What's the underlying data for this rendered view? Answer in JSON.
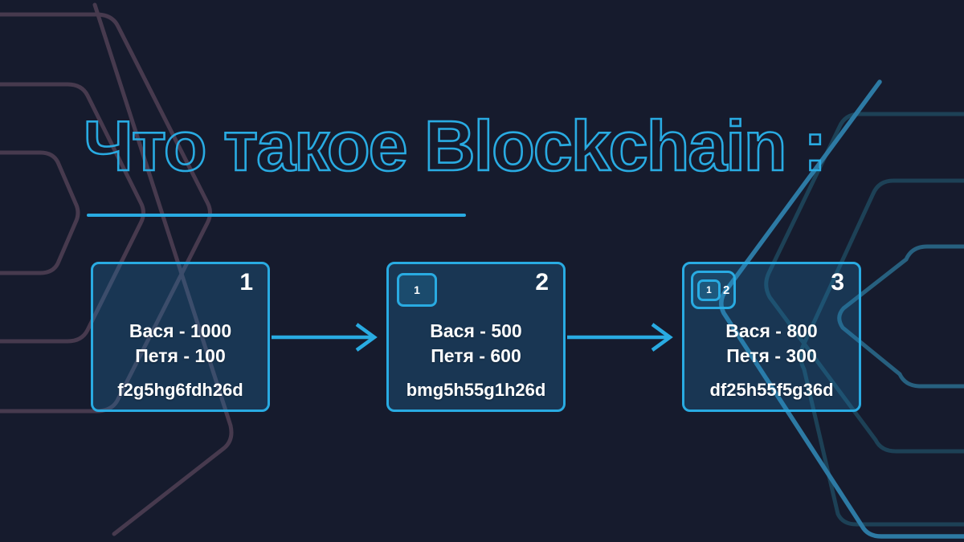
{
  "title": {
    "text": "Что такое Blockchain :"
  },
  "colors": {
    "background": "#161b2d",
    "accent": "#29abe2",
    "block_fill": "#19374f",
    "text": "#ffffff",
    "hex_purple": "#4a3c50",
    "hex_teal_dark": "#1d4156",
    "hex_teal_mid": "#27607f",
    "hex_teal_bright": "#2d7aa4"
  },
  "blocks": [
    {
      "number": "1",
      "balances": [
        "Вася - 1000",
        "Петя - 100"
      ],
      "hash": "f2g5hg6fdh26d",
      "prev": []
    },
    {
      "number": "2",
      "balances": [
        "Вася - 500",
        "Петя - 600"
      ],
      "hash": "bmg5h55g1h26d",
      "prev": [
        "1"
      ]
    },
    {
      "number": "3",
      "balances": [
        "Вася - 800",
        "Петя - 300"
      ],
      "hash": "df25h55f5g36d",
      "prev": [
        "1",
        "2"
      ]
    }
  ],
  "icons": {
    "arrow_1_2": "right-arrow-icon",
    "arrow_2_3": "right-arrow-icon",
    "decor": "hexagon-outline-decoration"
  }
}
